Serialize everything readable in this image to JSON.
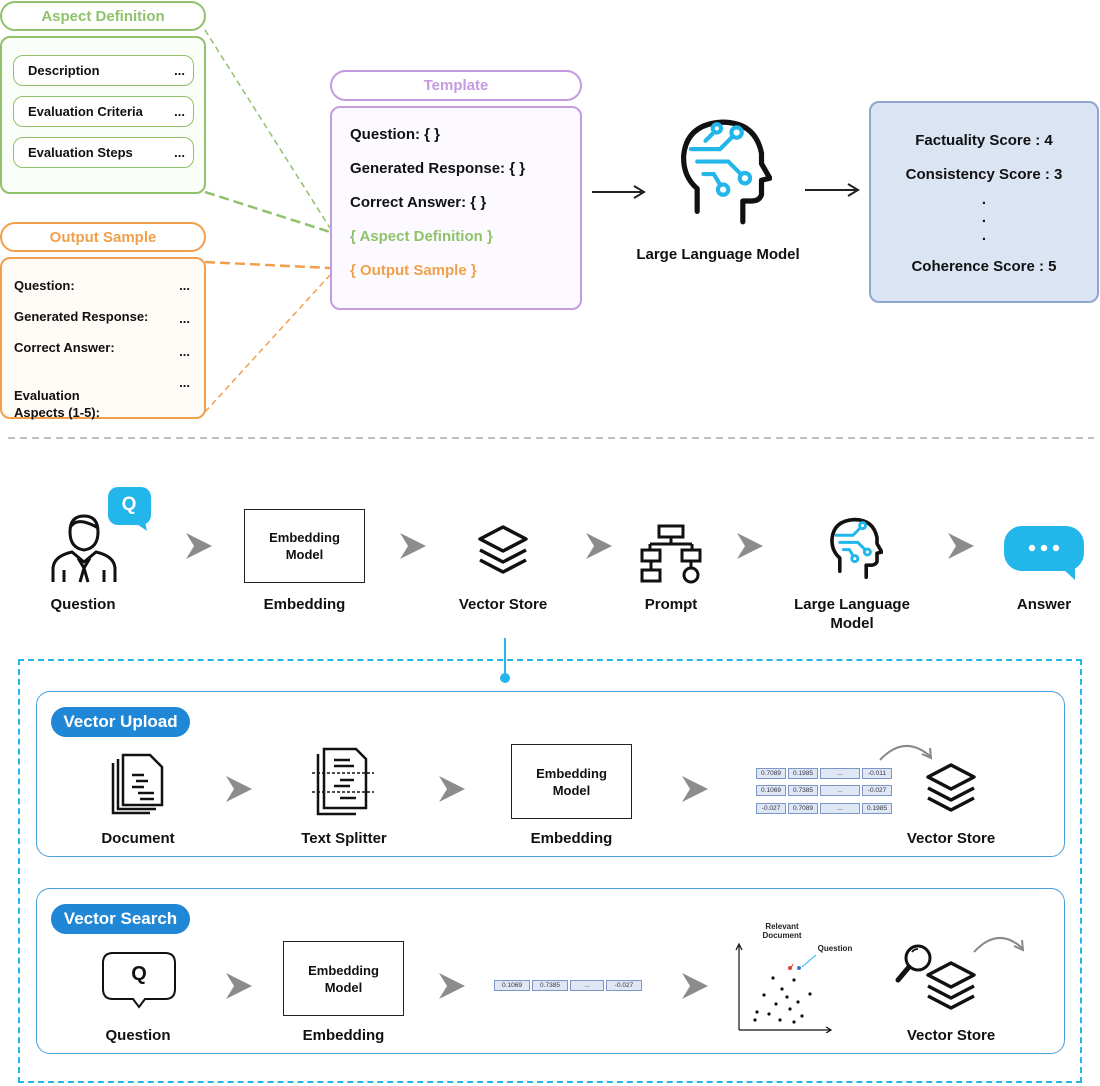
{
  "top": {
    "aspect": {
      "title": "Aspect Definition",
      "items": [
        "Description",
        "Evaluation Criteria",
        "Evaluation Steps"
      ],
      "dots": "..."
    },
    "output": {
      "title": "Output Sample",
      "rows": [
        "Question:",
        "Generated Response:",
        "Correct Answer:",
        "Evaluation\nAspects (1-5):"
      ],
      "dots": "..."
    },
    "template": {
      "title": "Template",
      "lines": [
        "Question: { }",
        "Generated Response: { }",
        "Correct Answer: { }"
      ],
      "aspect_line": "{ Aspect Definition }",
      "output_line": "{ Output Sample }"
    },
    "llm_label": "Large Language Model",
    "scores": {
      "lines": [
        "Factuality Score : 4",
        "Consistency Score : 3"
      ],
      "ellipsis": [
        ".",
        ".",
        "."
      ],
      "last": "Coherence Score : 5"
    }
  },
  "pipeline": {
    "q_badge": "Q",
    "steps": [
      {
        "label": "Question"
      },
      {
        "label": "Embedding"
      },
      {
        "label": "Vector Store"
      },
      {
        "label": "Prompt"
      },
      {
        "label": "Large Language\nModel"
      },
      {
        "label": "Answer"
      }
    ],
    "embedding_box": "Embedding\nModel"
  },
  "upload": {
    "badge": "Vector Upload",
    "labels": {
      "document": "Document",
      "splitter": "Text Splitter",
      "embedding": "Embedding",
      "store": "Vector Store"
    },
    "embedding_box": "Embedding\nModel",
    "vectors": [
      [
        "0.7089",
        "0.1985",
        "...",
        "-0.011"
      ],
      [
        "0.1069",
        "0.7385",
        "...",
        "-0.027"
      ],
      [
        "-0.027",
        "0.7089",
        "...",
        "0.1985"
      ]
    ]
  },
  "search": {
    "badge": "Vector Search",
    "q_glyph": "Q",
    "labels": {
      "question": "Question",
      "embedding": "Embedding",
      "store": "Vector Store"
    },
    "embedding_box": "Embedding\nModel",
    "vector": [
      "0.1069",
      "0.7385",
      "...",
      "-0.027"
    ],
    "scatter_labels": {
      "relevant": "Relevant\nDocument",
      "question": "Question"
    }
  },
  "colors": {
    "green": "#8fc26a",
    "orange": "#f0a04b",
    "purple": "#c49be0",
    "blue_panel": "#dbe4f3",
    "accent": "#1f87d6",
    "cyan": "#22b6ea"
  }
}
